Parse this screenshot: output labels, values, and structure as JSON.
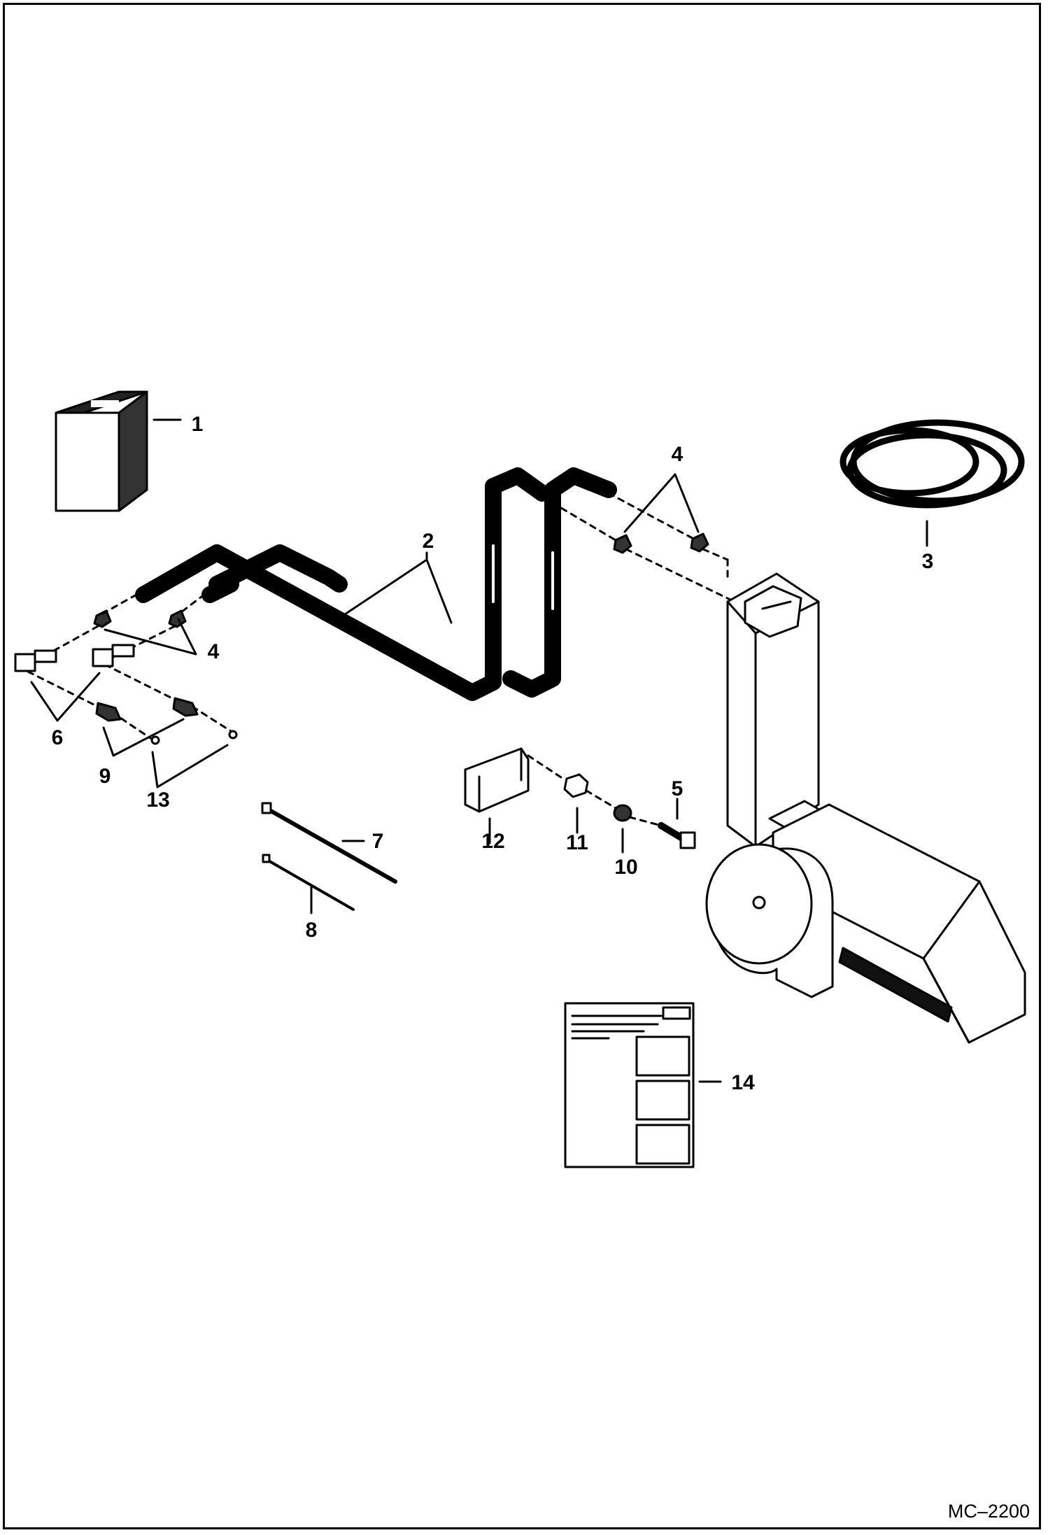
{
  "callouts": {
    "c1": "1",
    "c2": "2",
    "c3": "3",
    "c4a": "4",
    "c4b": "4",
    "c5": "5",
    "c6": "6",
    "c7": "7",
    "c8": "8",
    "c9": "9",
    "c10": "10",
    "c11": "11",
    "c12": "12",
    "c13": "13",
    "c14": "14"
  },
  "drawing_id": "MC–2200",
  "colors": {
    "ink": "#000000",
    "paper": "#ffffff"
  }
}
